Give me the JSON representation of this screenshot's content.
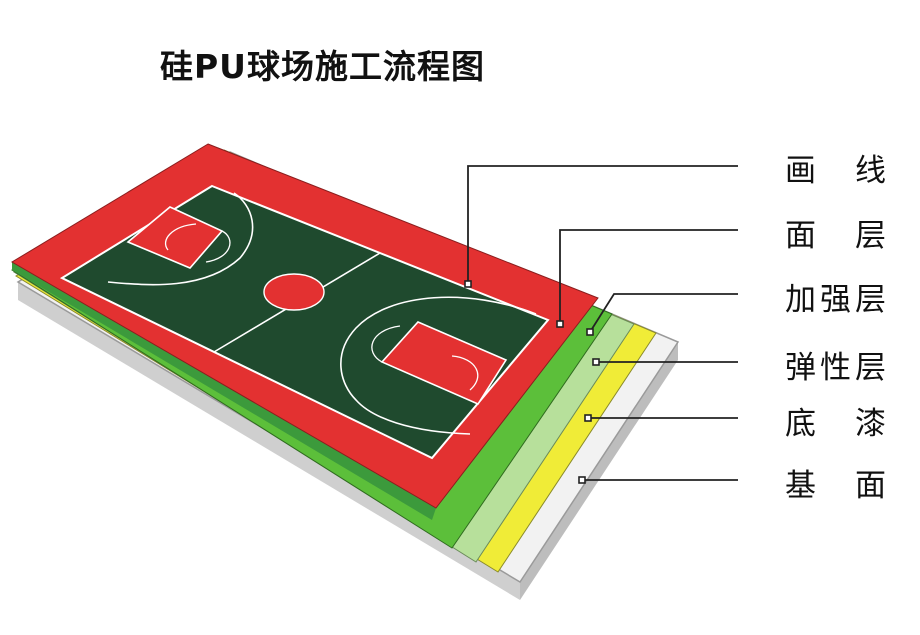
{
  "title": "硅PU球场施工流程图",
  "layers": [
    {
      "label": "画　线",
      "color": "#ffffff"
    },
    {
      "label": "面　层",
      "color": "#e33131"
    },
    {
      "label": "加强层",
      "color": "#5cbf3a"
    },
    {
      "label": "弹性层",
      "color": "#b7e09b"
    },
    {
      "label": "底　漆",
      "color": "#f0ec37"
    },
    {
      "label": "基　面",
      "color": "#f2f2f2"
    }
  ],
  "court": {
    "surface_color": "#1f4a2e",
    "border_color": "#e33131",
    "line_color": "#ffffff",
    "key_color": "#e33131"
  }
}
